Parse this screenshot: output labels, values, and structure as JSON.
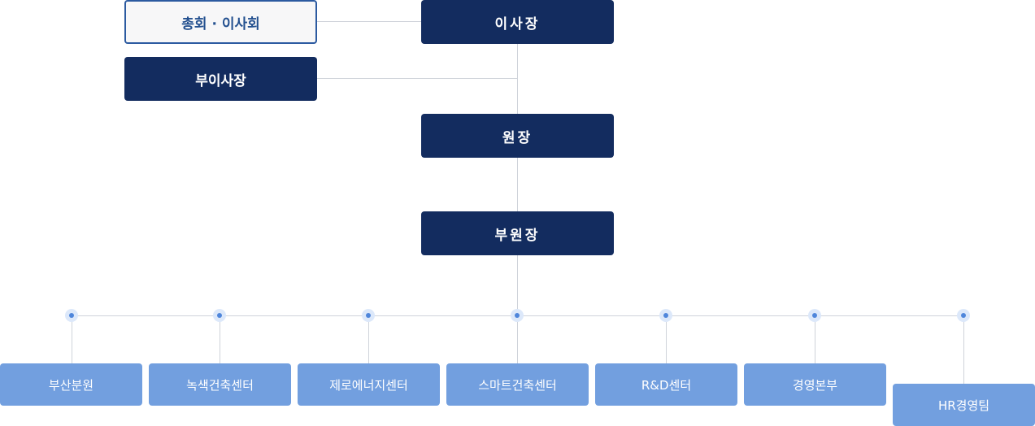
{
  "org": {
    "chairman": "이사장",
    "board": "총회 · 이사회",
    "vice_chairman": "부이사장",
    "director": "원장",
    "vice_director": "부원장"
  },
  "departments": [
    "부산분원",
    "녹색건축센터",
    "제로에너지센터",
    "스마트건축센터",
    "R&D센터",
    "경영본부",
    "HR경영팀"
  ],
  "colors": {
    "navy": "#132c5f",
    "outline_border": "#2c5aa0",
    "dept_fill": "#729fdf",
    "connector": "#cfd3da",
    "dot": "#4f86db"
  }
}
